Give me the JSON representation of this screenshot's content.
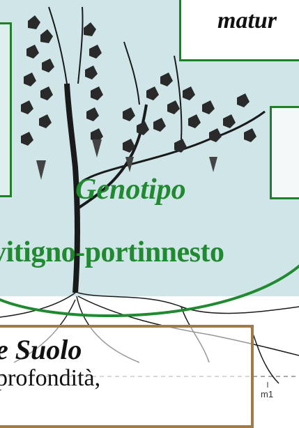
{
  "boxes": {
    "top_right_text": "matur"
  },
  "labels": {
    "genotipo": "Genotipo",
    "vitigno": "vitigno-portinnesto"
  },
  "suolo_box": {
    "title": "e Suolo",
    "subtitle": "profondità,"
  },
  "scale": {
    "label": "m1"
  },
  "colors": {
    "sky": "#cfe5e8",
    "box_border_green": "#1e7f2a",
    "label_green": "#1f8a2f",
    "suolo_border": "#a27a46",
    "drawing_ink": "#1a1a1a"
  }
}
